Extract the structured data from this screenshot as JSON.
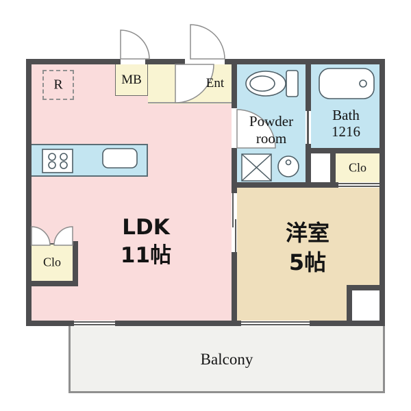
{
  "rooms": {
    "ldk": {
      "label": "LDK",
      "size": "11帖"
    },
    "bedroom": {
      "label": "洋室",
      "size": "5帖"
    },
    "powder_room": {
      "line1": "Powder",
      "line2": "room"
    },
    "bath": {
      "label": "Bath",
      "size": "1216"
    },
    "closet_right": {
      "label": "Clo"
    },
    "closet_left": {
      "label": "Clo"
    },
    "meter_box": {
      "label": "MB"
    },
    "entrance": {
      "label": "Ent"
    },
    "refrigerator_space": {
      "label": "R"
    },
    "balcony": {
      "label": "Balcony"
    }
  },
  "fixtures": {
    "toilet": "toilet-icon",
    "bathtub": "bathtub-icon",
    "stove": "stove-icon",
    "kitchen_sink": "kitchen-sink-icon",
    "washer_pan": "washing-machine-pan-icon",
    "vanity_sink": "vanity-sink-icon",
    "doors": [
      "entrance-door-swing-icon",
      "meter-box-door-swing-icon",
      "entry-inner-door-swing-icon",
      "powder-room-door-swing-icon",
      "closet-double-door-swing-icon",
      "bedroom-sliding-door-icon",
      "bath-door-icon"
    ],
    "windows": [
      "ldk-balcony-window",
      "bedroom-balcony-window"
    ]
  },
  "colors": {
    "ldk_floor": "#fadcdc",
    "bedroom_floor": "#efdfbc",
    "wet_area_floor": "#c3e5f1",
    "closet_floor": "#f9f4d2",
    "balcony_floor": "#f1f1ee",
    "wall": "#4e4e50"
  }
}
